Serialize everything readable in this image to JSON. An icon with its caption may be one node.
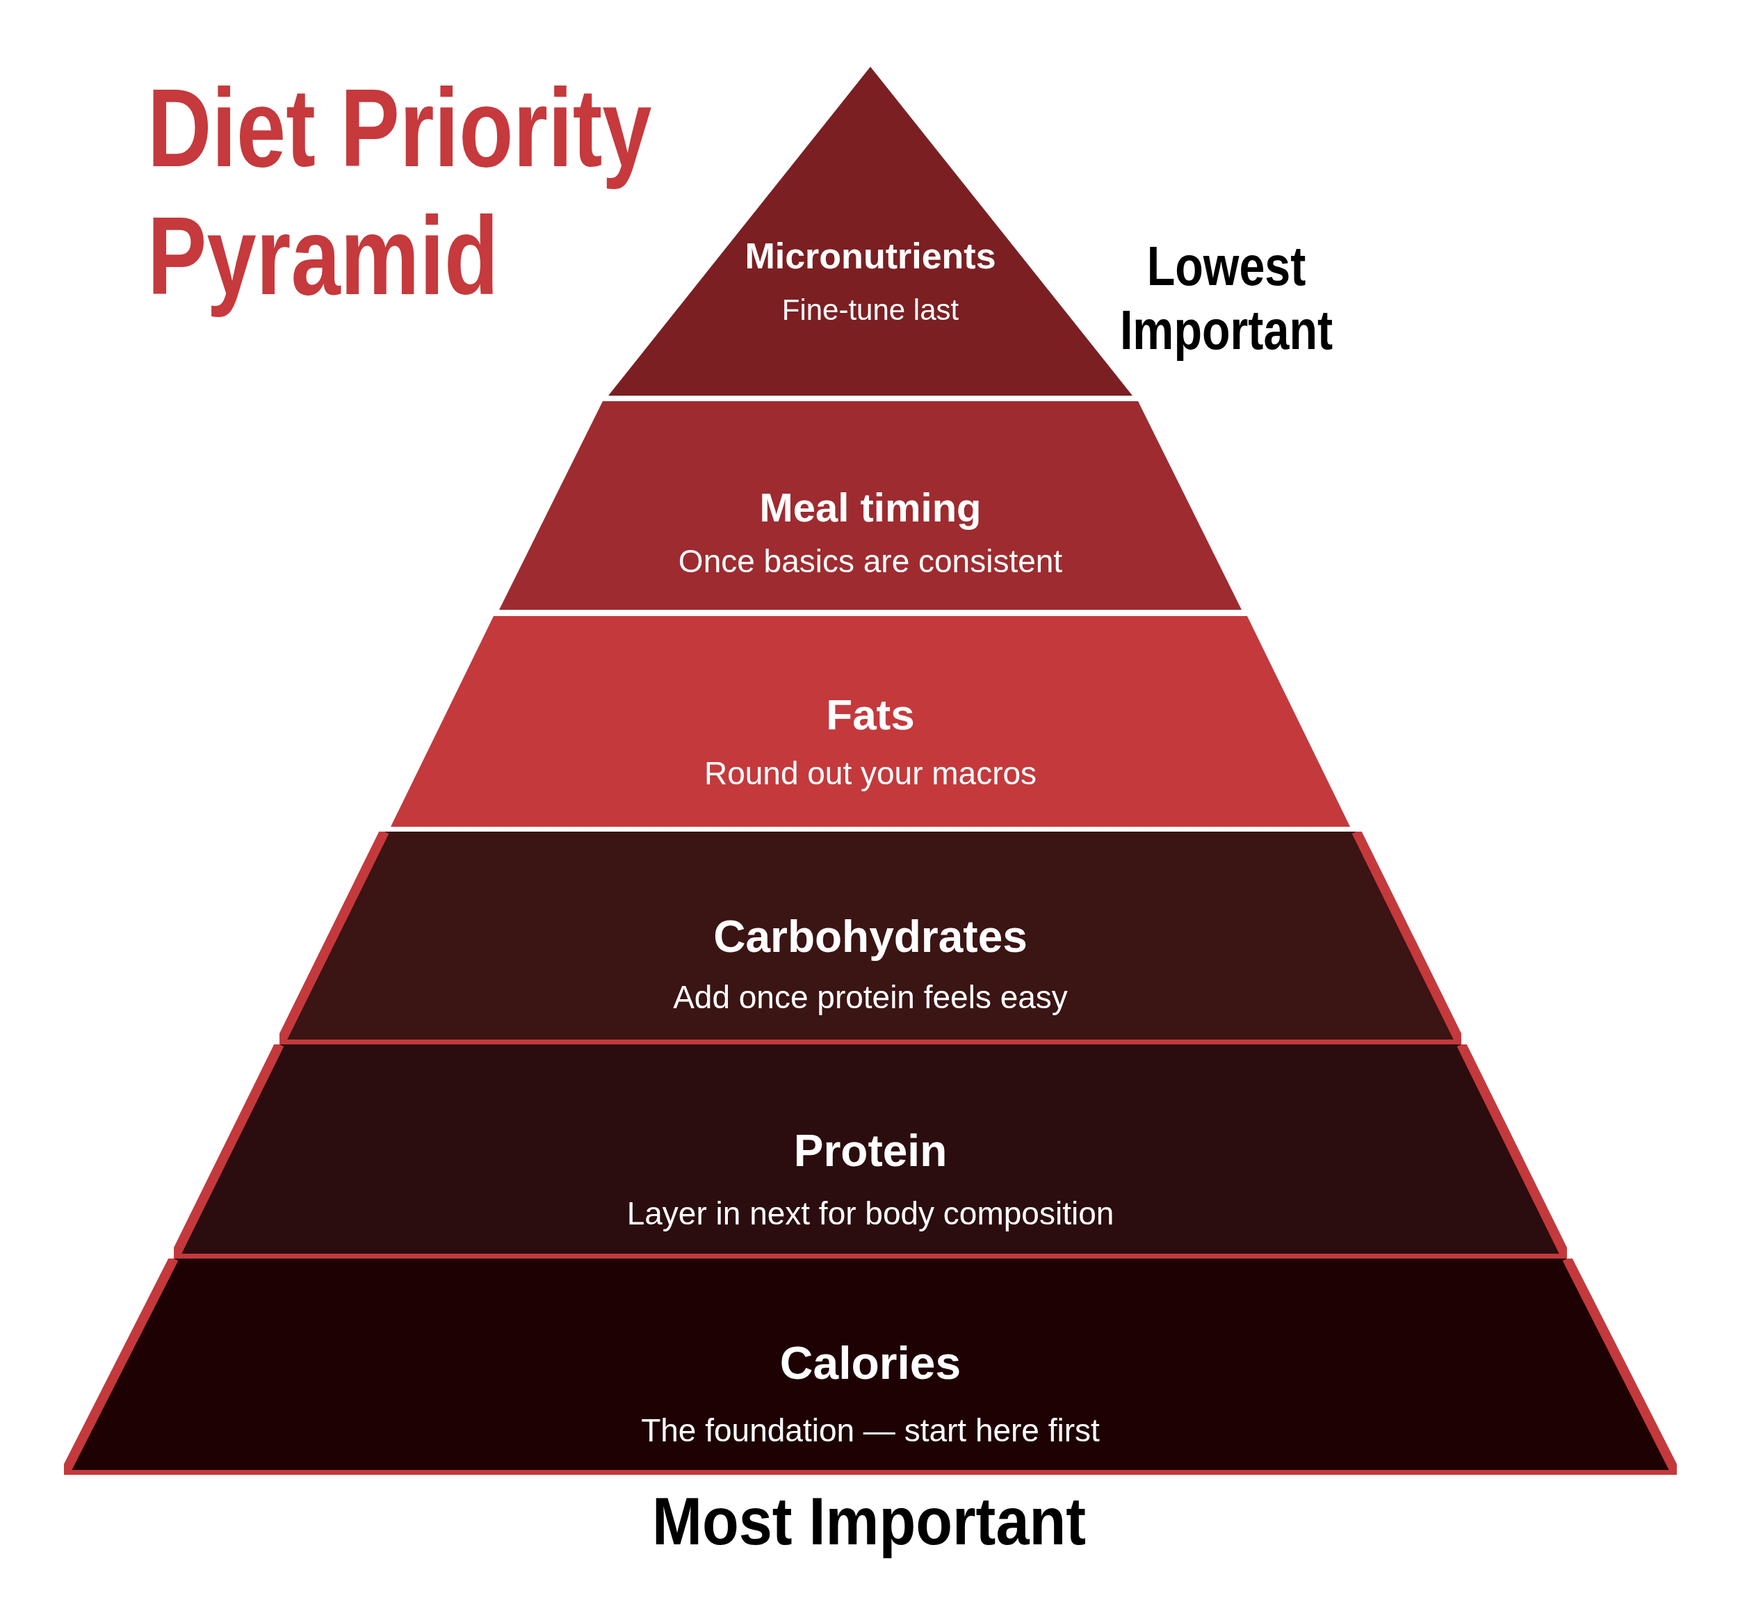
{
  "diagram": {
    "title": "Diet Priority Pyramid",
    "nodes": [
      {
        "text": [
          "Micronutrients",
          "Fine-tune last"
        ]
      },
      {
        "text": [
          "Meal timing",
          "Once basics are consistent"
        ]
      },
      {
        "text": [
          "Fats",
          "Round out your macros"
        ]
      },
      {
        "text": [
          "Carbohydrates",
          "Add once protein feels easy"
        ]
      },
      {
        "text": [
          "Protein",
          "Layer in next for body composition"
        ]
      },
      {
        "text": [
          "Calories",
          "The foundation — start here first"
        ]
      }
    ],
    "labels": [
      "Lowest Important",
      "Most Important"
    ]
  }
}
